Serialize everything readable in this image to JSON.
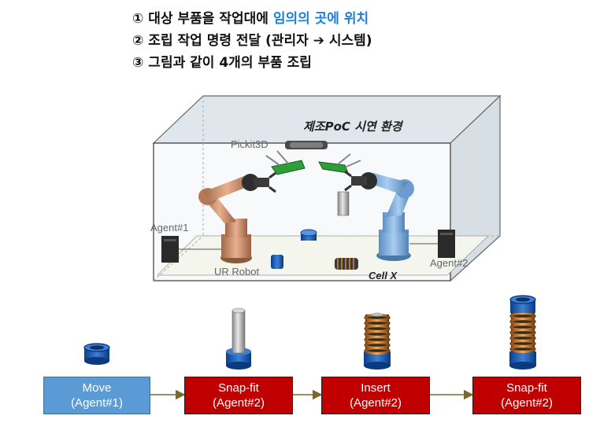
{
  "steps": [
    {
      "prefix": "① 대상 부품을 작업대에 ",
      "highlight": "임의의 곳에 위치"
    },
    {
      "text": "② 조립 작업 명령 전달 (관리자 ➔ 시스템)"
    },
    {
      "text": "③ 그림과 같이 4개의 부품 조립"
    }
  ],
  "scene": {
    "title": "제조PoC 시연 환경",
    "camera_label": "Pickit3D",
    "agent1_label": "Agent#1",
    "agent2_label": "Agent#2",
    "robot_label": "UR Robot",
    "cell_label": "Cell X"
  },
  "process": [
    {
      "line1": "Move",
      "line2": "(Agent#1)",
      "color": "#5b9bd5"
    },
    {
      "line1": "Snap-fit",
      "line2": "(Agent#2)",
      "color": "#c00000"
    },
    {
      "line1": "Insert",
      "line2": "(Agent#2)",
      "color": "#c00000"
    },
    {
      "line1": "Snap-fit",
      "line2": "(Agent#2)",
      "color": "#c00000"
    }
  ]
}
